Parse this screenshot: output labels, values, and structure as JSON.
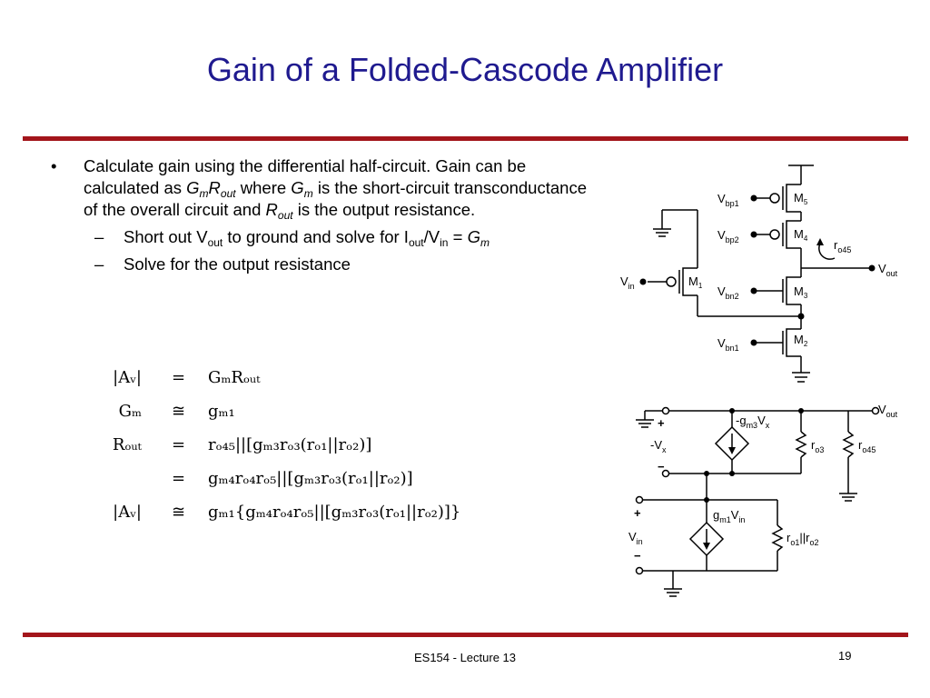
{
  "slide": {
    "title": "Gain of a Folded-Cascode Amplifier",
    "footer": "ES154 - Lecture 13",
    "page_number": "19"
  },
  "bullets": {
    "main": {
      "bullet": "•",
      "t1": "Calculate gain using the differential half-circuit.  Gain can be calculated as ",
      "G": "G",
      "m": "m",
      "R": "R",
      "out": "out",
      "t2": " where ",
      "t3": " is the short-circuit transconductance of the overall circuit and ",
      "t4": " is the output resistance."
    },
    "sub1": {
      "dash": "–",
      "t1": "Short out V",
      "out": "out",
      "t2": " to ground and solve for I",
      "t3": "/V",
      "in": "in",
      "t4": " = ",
      "G": "G",
      "m": "m"
    },
    "sub2": {
      "dash": "–",
      "text": "Solve for the output resistance"
    }
  },
  "equations": [
    {
      "lhs": "|Aᵥ|",
      "rel": "=",
      "rhs": "GₘRₒᵤₜ"
    },
    {
      "lhs": "Gₘ",
      "rel": "≅",
      "rhs": "gₘ₁"
    },
    {
      "lhs": "Rₒᵤₜ",
      "rel": "=",
      "rhs": "rₒ₄₅||[gₘ₃rₒ₃(rₒ₁||rₒ₂)]"
    },
    {
      "lhs": "",
      "rel": "=",
      "rhs": "gₘ₄rₒ₄rₒ₅||[gₘ₃rₒ₃(rₒ₁||rₒ₂)]"
    },
    {
      "lhs": "|Aᵥ|",
      "rel": "≅",
      "rhs": "gₘ₁{gₘ₄rₒ₄rₒ₅||[gₘ₃rₒ₃(rₒ₁||rₒ₂)]}"
    }
  ],
  "circuit": {
    "V": "V",
    "M": "M",
    "r": "r",
    "vbp1": "bp1",
    "vbp2": "bp2",
    "vbn2": "bn2",
    "vbn1": "bn1",
    "in": "in",
    "out": "out",
    "m1": "1",
    "m2": "2",
    "m3": "3",
    "m4": "4",
    "m5": "5",
    "ro45": "o45",
    "plus": "+",
    "minus": "−",
    "negVx": "-V",
    "x": "x",
    "neg_gm3": "-g",
    "m3sub": "m3",
    "gm1": "g",
    "m1sub": "m1",
    "ro3": "o3",
    "ro1": "o1",
    "ro2": "o2",
    "par": "||"
  },
  "colors": {
    "title": "#1f1a8f",
    "rule": "#a3151b",
    "text": "#000000"
  }
}
